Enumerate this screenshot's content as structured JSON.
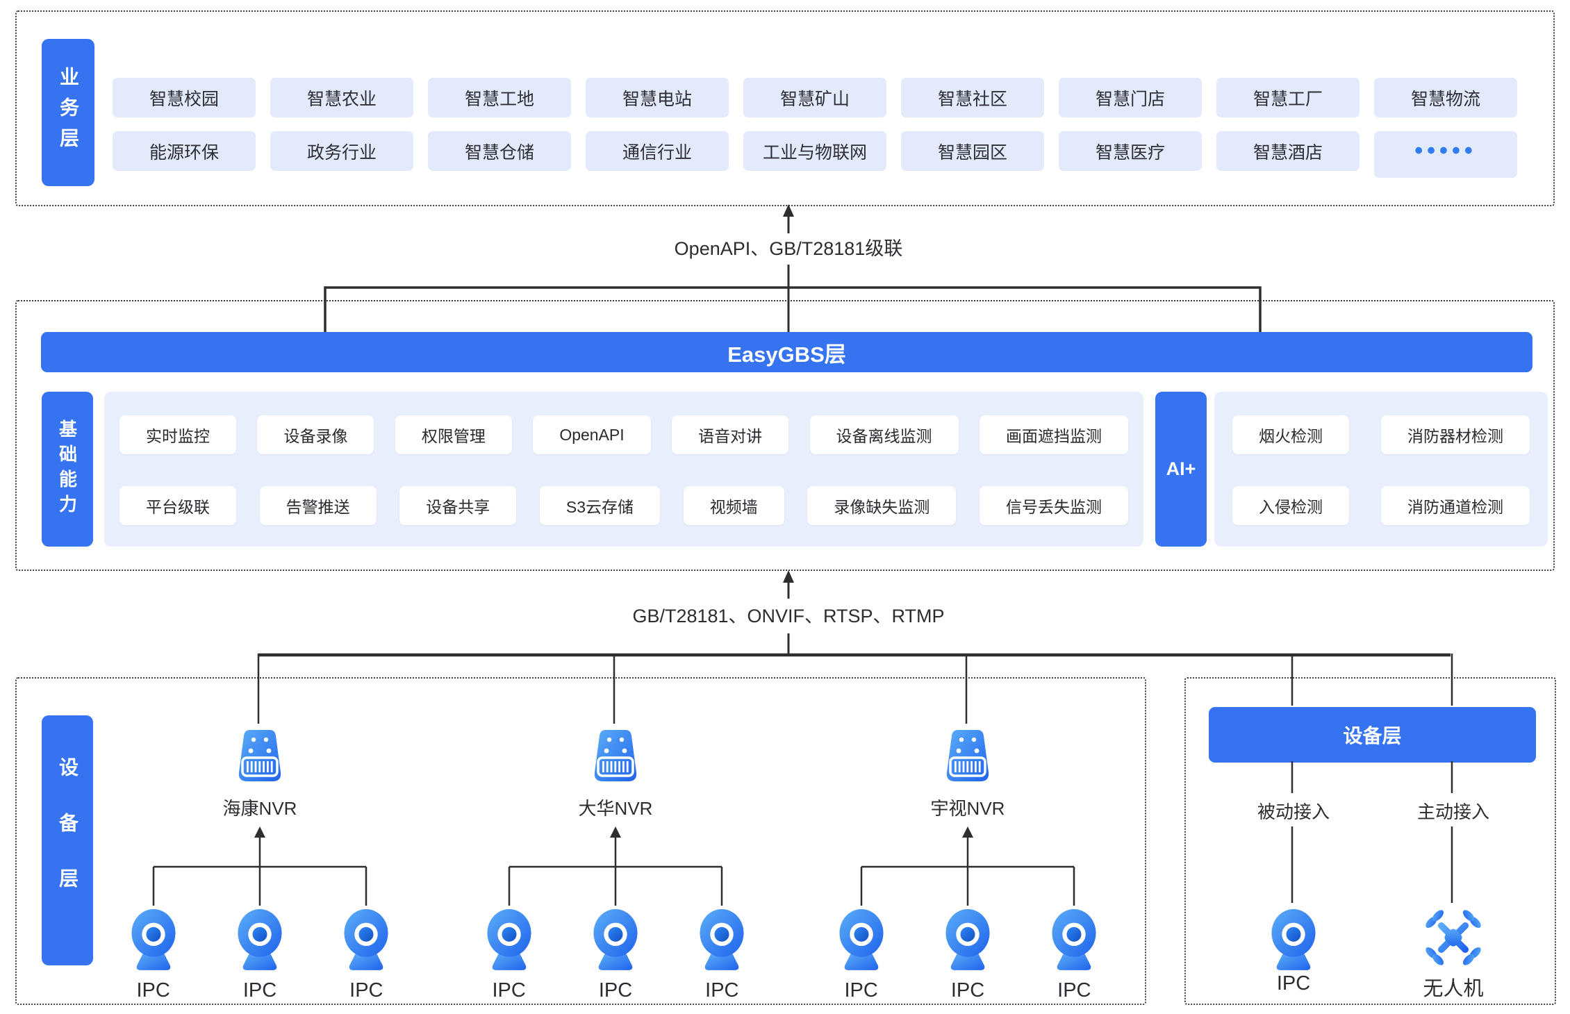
{
  "colors": {
    "primary_blue": "#3573F1",
    "chip_bg": "#E3EAFC",
    "panel_bg": "#E8EEFB",
    "line": "#2e2e2e",
    "dots_chip": "#2F7BF0"
  },
  "business_layer": {
    "label": "业务层",
    "row1": [
      "智慧校园",
      "智慧农业",
      "智慧工地",
      "智慧电站",
      "智慧矿山",
      "智慧社区",
      "智慧门店",
      "智慧工厂",
      "智慧物流"
    ],
    "row2": [
      "能源环保",
      "政务行业",
      "智慧仓储",
      "通信行业",
      "工业与物联网",
      "智慧园区",
      "智慧医疗",
      "智慧酒店",
      "•••••"
    ]
  },
  "top_connector": {
    "label": "OpenAPI、GB/T28181级联"
  },
  "easygbs_layer": {
    "banner": "EasyGBS层",
    "capability_label": "基础能力",
    "capabilities_row1": [
      "实时监控",
      "设备录像",
      "权限管理",
      "OpenAPI",
      "语音对讲",
      "设备离线监测",
      "画面遮挡监测"
    ],
    "capabilities_row2": [
      "平台级联",
      "告警推送",
      "设备共享",
      "S3云存储",
      "视频墙",
      "录像缺失监测",
      "信号丢失监测"
    ],
    "ai_label": "AI+",
    "ai_row1": [
      "烟火检测",
      "消防器材检测"
    ],
    "ai_row2": [
      "入侵检测",
      "消防通道检测"
    ]
  },
  "bottom_connector": {
    "label": "GB/T28181、ONVIF、RTSP、RTMP"
  },
  "device_layer": {
    "label": "设备层",
    "nvr_groups": [
      {
        "name": "海康NVR",
        "ipcs": [
          "IPC",
          "IPC",
          "IPC"
        ]
      },
      {
        "name": "大华NVR",
        "ipcs": [
          "IPC",
          "IPC",
          "IPC"
        ]
      },
      {
        "name": "宇视NVR",
        "ipcs": [
          "IPC",
          "IPC",
          "IPC"
        ]
      }
    ]
  },
  "direct_access_panel": {
    "banner": "设备层",
    "items": [
      {
        "mode": "被动接入",
        "device": "IPC",
        "icon": "ipc"
      },
      {
        "mode": "主动接入",
        "device": "无人机",
        "icon": "drone"
      }
    ]
  }
}
